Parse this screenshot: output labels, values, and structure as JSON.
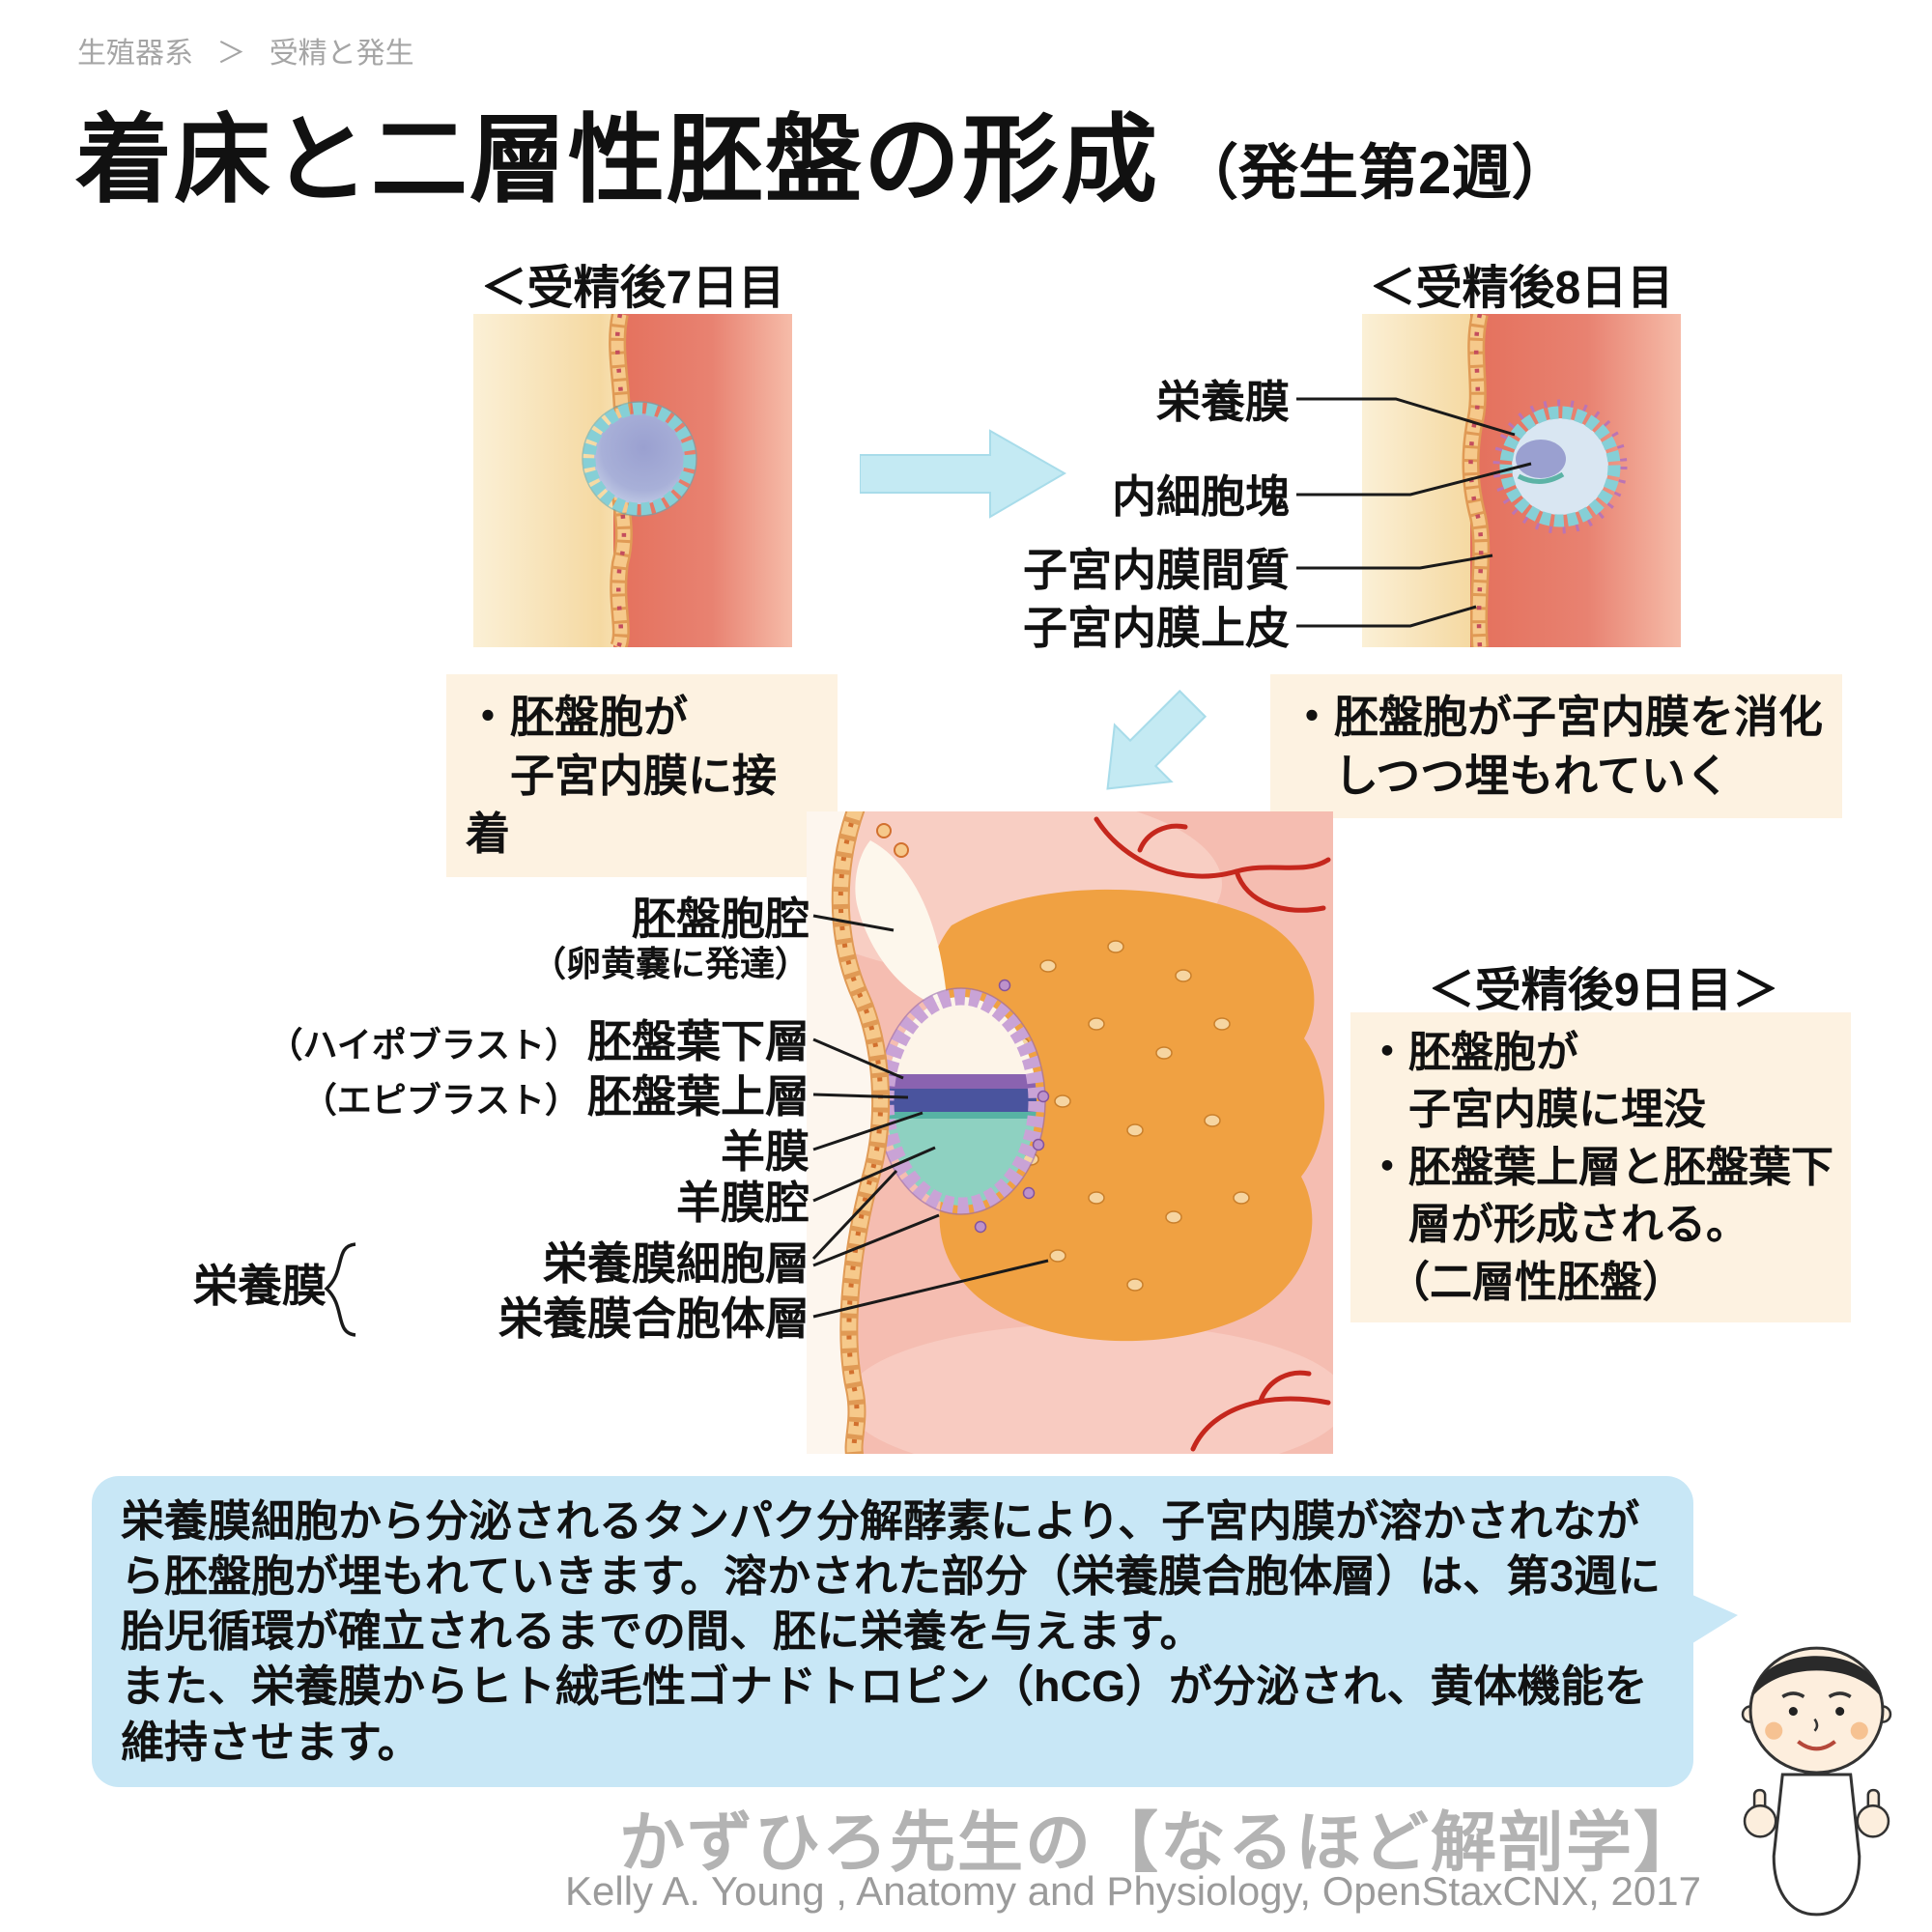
{
  "breadcrumb": {
    "section": "生殖器系",
    "separator": "＞",
    "page": "受精と発生"
  },
  "title": {
    "main": "着床と二層性胚盤の形成",
    "sub": "（発生第2週）"
  },
  "day7": {
    "heading": "＜受精後7日目＞",
    "note": "・胚盤胞が\n　子宮内膜に接着"
  },
  "day8": {
    "heading": "＜受精後8日目＞",
    "labels": {
      "trophoblast": "栄養膜",
      "inner_cell_mass": "内細胞塊",
      "endometrial_stroma": "子宮内膜間質",
      "endometrial_epithelium": "子宮内膜上皮"
    },
    "note": "・胚盤胞が子宮内膜を消化\n　しつつ埋もれていく"
  },
  "day9": {
    "heading": "＜受精後9日目＞",
    "labels": {
      "blastocyst_cavity": "胚盤胞腔",
      "blastocyst_cavity_note": "（卵黄嚢に発達）",
      "hypoblast_alias": "（ハイポブラスト）",
      "hypoblast": "胚盤葉下層",
      "epiblast_alias": "（エピブラスト）",
      "epiblast": "胚盤葉上層",
      "amnion": "羊膜",
      "amniotic_cavity": "羊膜腔",
      "trophoblast_group": "栄養膜",
      "cytotrophoblast": "栄養膜細胞層",
      "syncytiotrophoblast": "栄養膜合胞体層"
    },
    "note": "・胚盤胞が\n　子宮内膜に埋没\n・胚盤葉上層と胚盤葉下\n　層が形成される。\n　（二層性胚盤）"
  },
  "explanation": {
    "paragraph1": "栄養膜細胞から分泌されるタンパク分解酵素により、子宮内膜が溶かされながら胚盤胞が埋もれていきます。溶かされた部分（栄養膜合胞体層）は、第3週に胎児循環が確立されるまでの間、胚に栄養を与えます。",
    "paragraph2": "また、栄養膜からヒト絨毛性ゴナドトロピン（hCG）が分泌され、黄体機能を維持させます。"
  },
  "footer": {
    "brand": "かずひろ先生の【なるほど解剖学】",
    "citation": "Kelly A. Young , Anatomy and Physiology, OpenStaxCNX, 2017"
  },
  "colors": {
    "note_bg": "#fdf2e1",
    "bubble_bg": "#c8e7f6",
    "arrow_fill": "#c4eaf3",
    "syncytiotrophoblast_orange": "#f0a142",
    "endometrium_pink": "#f5bdb1",
    "trophoblast_teal": "#86cfd6",
    "cytotrophoblast_purple": "#c9a3d6",
    "epiblast_blue": "#4a549e",
    "amnion_teal": "#8ed1c1"
  }
}
